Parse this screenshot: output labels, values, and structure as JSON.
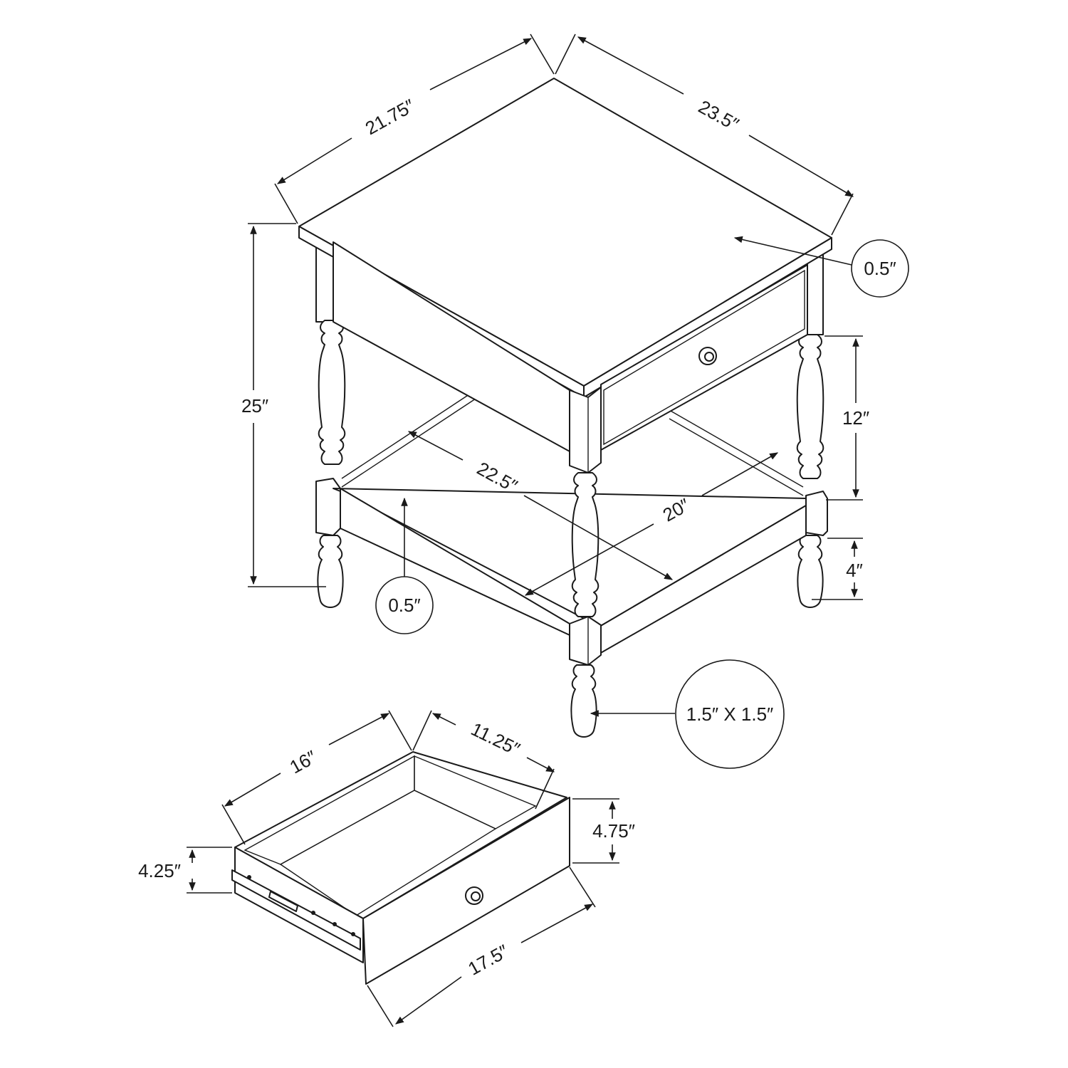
{
  "diagram": {
    "colors": {
      "line": "#1a1a1a",
      "background": "#ffffff"
    },
    "dimensions": {
      "top_width": "21.75″",
      "top_depth": "23.5″",
      "top_thickness": "0.5″",
      "total_height": "25″",
      "drawer_clearance": "12″",
      "leg_foot_height": "4″",
      "shelf_depth": "22.5″",
      "shelf_width": "20″",
      "shelf_thickness": "0.5″",
      "leg_size": "1.5″ X 1.5″",
      "drawer_inner_depth": "16″",
      "drawer_inner_width": "11.25″",
      "drawer_front_height": "4.75″",
      "drawer_side_height": "4.25″",
      "drawer_front_width": "17.5″"
    }
  }
}
